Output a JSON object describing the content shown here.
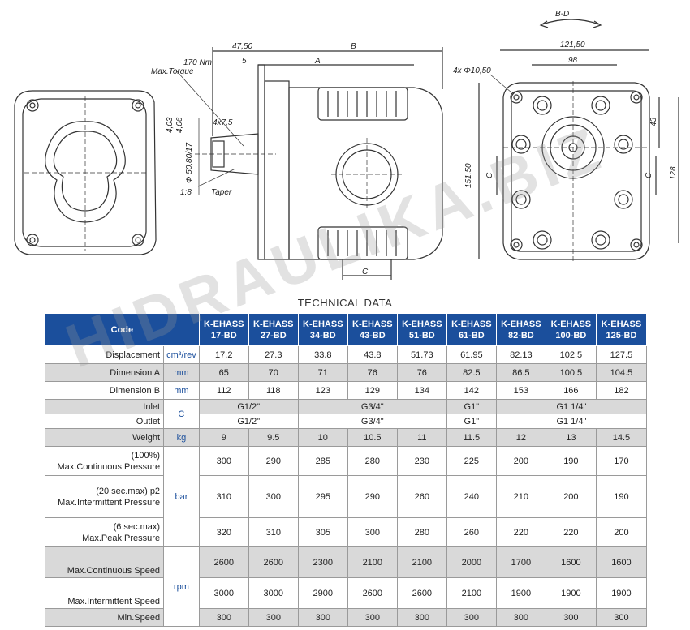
{
  "drawing": {
    "rotation": "B-D",
    "dim_47_50": "47,50",
    "dim_b": "B",
    "dim_170nm": "170 Nm",
    "dim_5": "5",
    "dim_a": "A",
    "max_torque": "Max.Torque",
    "dim_403": "4,03",
    "dim_406": "4,06",
    "key": "4x7,5",
    "shaft_dia": "Φ 50,80/17",
    "taper_ratio": "1:8",
    "taper": "Taper",
    "dim_c_side": "C",
    "hole_spec": "4x Φ10,50",
    "dim_121_50": "121,50",
    "dim_98": "98",
    "dim_151_50": "151,50",
    "dim_43": "43",
    "dim_128": "128",
    "dim_c_left": "C",
    "dim_c_right": "C"
  },
  "watermark": "HIDRAULIKA.BIZ",
  "table": {
    "title": "TECHNICAL DATA",
    "code_header": "Code",
    "models": [
      {
        "l1": "K-EHASS",
        "l2": "17-BD"
      },
      {
        "l1": "K-EHASS",
        "l2": "27-BD"
      },
      {
        "l1": "K-EHASS",
        "l2": "34-BD"
      },
      {
        "l1": "K-EHASS",
        "l2": "43-BD"
      },
      {
        "l1": "K-EHASS",
        "l2": "51-BD"
      },
      {
        "l1": "K-EHASS",
        "l2": "61-BD"
      },
      {
        "l1": "K-EHASS",
        "l2": "82-BD"
      },
      {
        "l1": "K-EHASS",
        "l2": "100-BD"
      },
      {
        "l1": "K-EHASS",
        "l2": "125-BD"
      }
    ],
    "displacement": {
      "label": "Displacement",
      "unit": "cm³/rev",
      "values": [
        "17.2",
        "27.3",
        "33.8",
        "43.8",
        "51.73",
        "61.95",
        "82.13",
        "102.5",
        "127.5"
      ]
    },
    "dim_a": {
      "label": "Dimension A",
      "unit": "mm",
      "values": [
        "65",
        "70",
        "71",
        "76",
        "76",
        "82.5",
        "86.5",
        "100.5",
        "104.5"
      ]
    },
    "dim_b": {
      "label": "Dimension B",
      "unit": "mm",
      "values": [
        "112",
        "118",
        "123",
        "129",
        "134",
        "142",
        "153",
        "166",
        "182"
      ]
    },
    "ports": {
      "unit": "C",
      "inlet_label": "Inlet",
      "outlet_label": "Outlet",
      "inlet": [
        "G1/2\"",
        "G3/4\"",
        "G1\"",
        "G1 1/4\""
      ],
      "outlet": [
        "G1/2\"",
        "G3/4\"",
        "G1\"",
        "G1 1/4\""
      ]
    },
    "weight": {
      "label": "Weight",
      "unit": "kg",
      "values": [
        "9",
        "9.5",
        "10",
        "10.5",
        "11",
        "11.5",
        "12",
        "13",
        "14.5"
      ]
    },
    "pressure": {
      "unit": "bar",
      "cont_note": "(100%)",
      "cont_label": "Max.Continuous  Pressure",
      "cont": [
        "300",
        "290",
        "285",
        "280",
        "230",
        "225",
        "200",
        "190",
        "170"
      ],
      "inter_note": "(20 sec.max) p2",
      "inter_label": "Max.Intermittent Pressure",
      "inter": [
        "310",
        "300",
        "295",
        "290",
        "260",
        "240",
        "210",
        "200",
        "190"
      ],
      "peak_note": "(6 sec.max)",
      "peak_label": "Max.Peak Pressure",
      "peak": [
        "320",
        "310",
        "305",
        "300",
        "280",
        "260",
        "220",
        "220",
        "200"
      ]
    },
    "speed": {
      "unit": "rpm",
      "cont_label": "Max.Continuous Speed",
      "cont": [
        "2600",
        "2600",
        "2300",
        "2100",
        "2100",
        "2000",
        "1700",
        "1600",
        "1600"
      ],
      "inter_label": "Max.Intermittent Speed",
      "inter": [
        "3000",
        "3000",
        "2900",
        "2600",
        "2600",
        "2100",
        "1900",
        "1900",
        "1900"
      ],
      "min_label": "Min.Speed",
      "min": [
        "300",
        "300",
        "300",
        "300",
        "300",
        "300",
        "300",
        "300",
        "300"
      ]
    }
  }
}
